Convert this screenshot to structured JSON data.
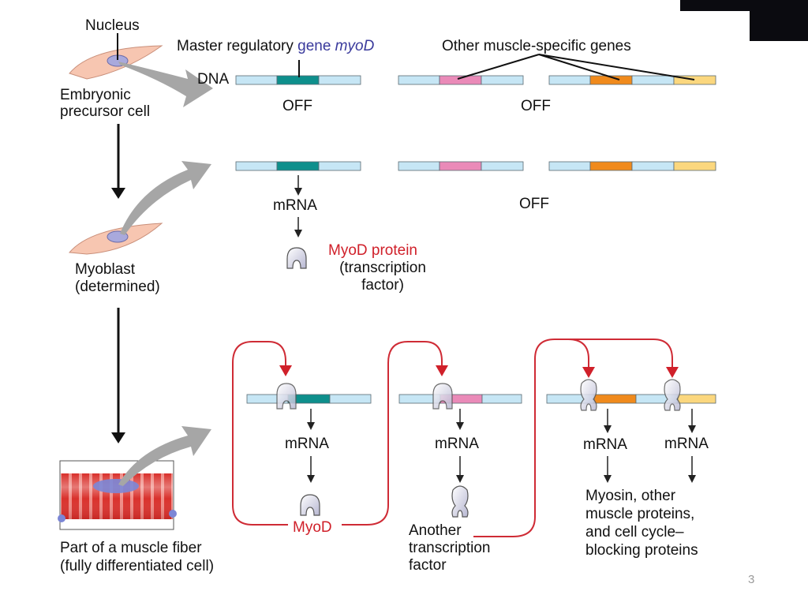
{
  "stage1": {
    "cell_nucleus_label": "Nucleus",
    "cell_label_line1": "Embryonic",
    "cell_label_line2": "precursor cell",
    "master_gene_label_prefix": "Master regulatory ",
    "master_gene_label_gene": "gene ",
    "master_gene_label_name": "myoD",
    "other_genes_label": "Other muscle-specific genes",
    "dna_label": "DNA",
    "myod_state": "OFF",
    "other_state": "OFF"
  },
  "stage2": {
    "cell_label_line1": "Myoblast",
    "cell_label_line2": "(determined)",
    "mrna_label": "mRNA",
    "other_state": "OFF",
    "protein_name": "MyoD protein",
    "protein_desc_line1": "(transcription",
    "protein_desc_line2": "factor)"
  },
  "stage3": {
    "cell_label_line1": "Part of a muscle fiber",
    "cell_label_line2": "(fully differentiated cell)",
    "mrna_labels": [
      "mRNA",
      "mRNA",
      "mRNA",
      "mRNA"
    ],
    "myod_label": "MyoD",
    "tf_label_line1": "Another",
    "tf_label_line2": "transcription",
    "tf_label_line3": "factor",
    "products_line1": "Myosin, other",
    "products_line2": "muscle proteins,",
    "products_line3": "and cell cycle–",
    "products_line4": "blocking proteins"
  },
  "slide_number": "3",
  "colors": {
    "dna_backbone": "#c6e6f5",
    "myod_gene": "#0e8f8c",
    "gene_pink": "#ea8ab8",
    "gene_orange": "#f08a1c",
    "gene_yellow": "#fbd77e",
    "cell_body": "#f7c6b1",
    "nucleus": "#a9a9dc",
    "gray_arrow": "#a6a6a6",
    "feedback_red": "#cf2b35",
    "muscle_red": "#d9312c"
  }
}
